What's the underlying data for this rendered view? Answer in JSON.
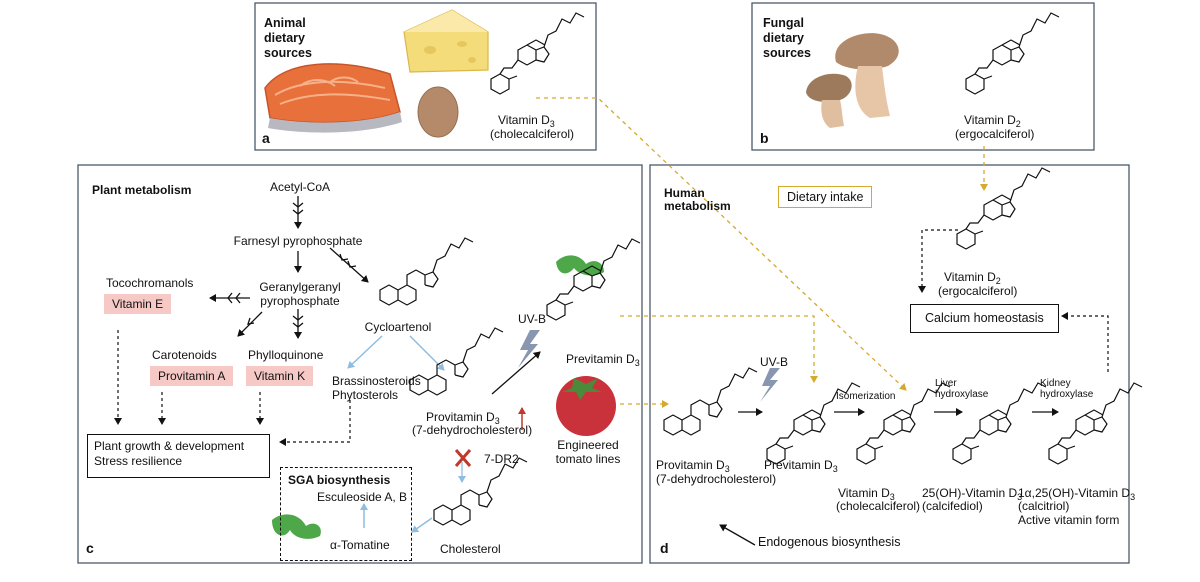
{
  "panels": {
    "a": {
      "letter": "a",
      "title": "Animal\ndietary\nsources",
      "vitamin_line1": "Vitamin D",
      "vitamin_sub": "3",
      "vitamin_line2": "(cholecalciferol)"
    },
    "b": {
      "letter": "b",
      "title": "Fungal\ndietary\nsources",
      "vitamin_line1": "Vitamin D",
      "vitamin_sub": "2",
      "vitamin_line2": "(ergocalciferol)"
    },
    "c": {
      "letter": "c",
      "title": "Plant metabolism",
      "acetyl": "Acetyl-CoA",
      "farnesyl": "Farnesyl pyrophosphate",
      "geranyl": "Geranylgeranyl\npyrophosphate",
      "tocochromanols": "Tocochromanols",
      "vitamin_e": "Vitamin E",
      "carotenoids": "Carotenoids",
      "provitamin_a": "Provitamin A",
      "phylloquinone": "Phylloquinone",
      "vitamin_k": "Vitamin K",
      "cycloartenol": "Cycloartenol",
      "brassinosteroids": "Brassinosteroids\nPhytosterols",
      "provitamin_d3": "Provitamin D",
      "provitamin_d3_sub": "3",
      "provitamin_d3_paren": "(7-dehydrocholesterol)",
      "uvb": "UV-B",
      "previtamin_d3": "Previtamin D",
      "previtamin_d3_sub": "3",
      "engineered": "Engineered\ntomato lines",
      "enzyme": "7-DR2",
      "growth": "Plant growth & development\nStress resilience",
      "sga_title": "SGA biosynthesis",
      "esculeoside": "Esculeoside A, B",
      "tomatine": "α-Tomatine",
      "cholesterol": "Cholesterol"
    },
    "d": {
      "letter": "d",
      "title": "Human\nmetabolism",
      "dietary_intake": "Dietary intake",
      "vitamin_d2_line1": "Vitamin D",
      "vitamin_d2_sub": "2",
      "vitamin_d2_line2": "(ergocalciferol)",
      "calcium": "Calcium homeostasis",
      "uvb": "UV-B",
      "isomerization": "Isomerization",
      "liver": "Liver\nhydroxylase",
      "kidney": "Kidney\nhydroxylase",
      "provitamin_d3": "Provitamin D",
      "provitamin_d3_sub": "3",
      "provitamin_d3_paren": "(7-dehydrocholesterol)",
      "previtamin_d3": "Previtamin D",
      "previtamin_d3_sub": "3",
      "vitamin_d3": "Vitamin D",
      "vitamin_d3_sub": "3",
      "vitamin_d3_paren": "(cholecalciferol)",
      "calcifediol": "25(OH)-Vitamin D",
      "calcifediol_sub": "3",
      "calcifediol_paren": "(calcifediol)",
      "calcitriol": "1α,25(OH)-Vitamin D",
      "calcitriol_sub": "3",
      "calcitriol_paren": "(calcitriol)\nActive vitamin form",
      "endogenous": "Endogenous biosynthesis"
    }
  },
  "colors": {
    "gold": "#d6a92c",
    "blue": "#8fbde0",
    "pink": "#f6c8c6",
    "red": "#c0392b",
    "panel_border": "#4a5a6a"
  }
}
